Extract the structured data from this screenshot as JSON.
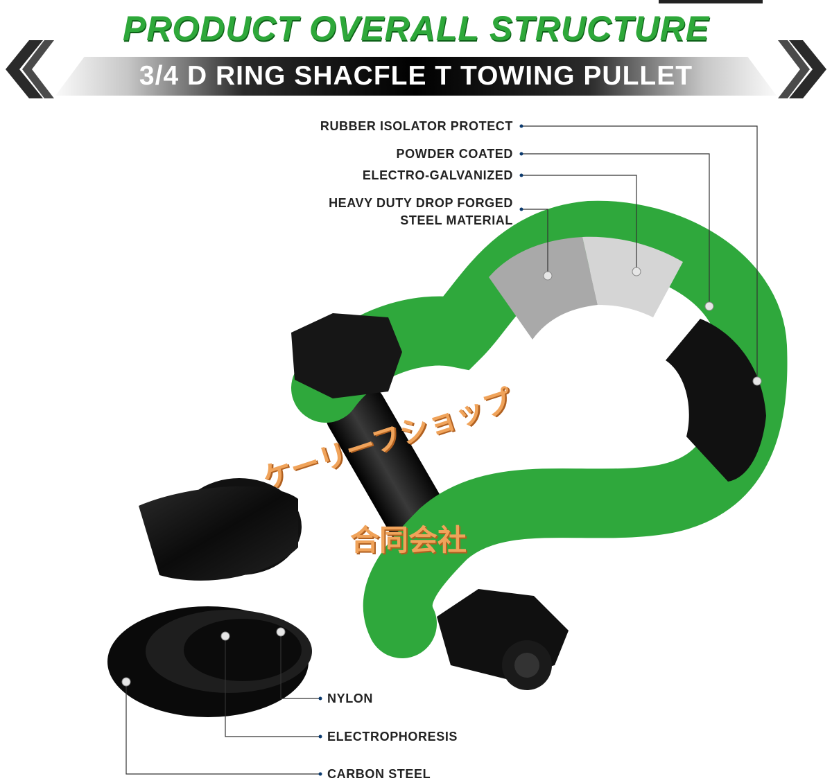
{
  "header": {
    "title": "PRODUCT OVERALL STRUCTURE",
    "subtitle": "3/4 D RING SHACFLE T TOWING PULLET"
  },
  "labels": {
    "rubber": "RUBBER ISOLATOR PROTECT",
    "powder": "POWDER COATED",
    "galv": "ELECTRO-GALVANIZED",
    "steel_line1": "HEAVY DUTY DROP FORGED",
    "steel_line2": "STEEL MATERIAL",
    "nylon": "NYLON",
    "electrophoresis": "ELECTROPHORESIS",
    "carbon": "CARBON STEEL"
  },
  "watermark": {
    "line1": "ケーリーフショップ",
    "line2": "合同会社"
  },
  "colors": {
    "title_green": "#2ea83a",
    "shackle_green": "#2fa83c",
    "black": "#111111"
  },
  "icons": [
    "chevron-left-icon",
    "chevron-right-icon"
  ]
}
